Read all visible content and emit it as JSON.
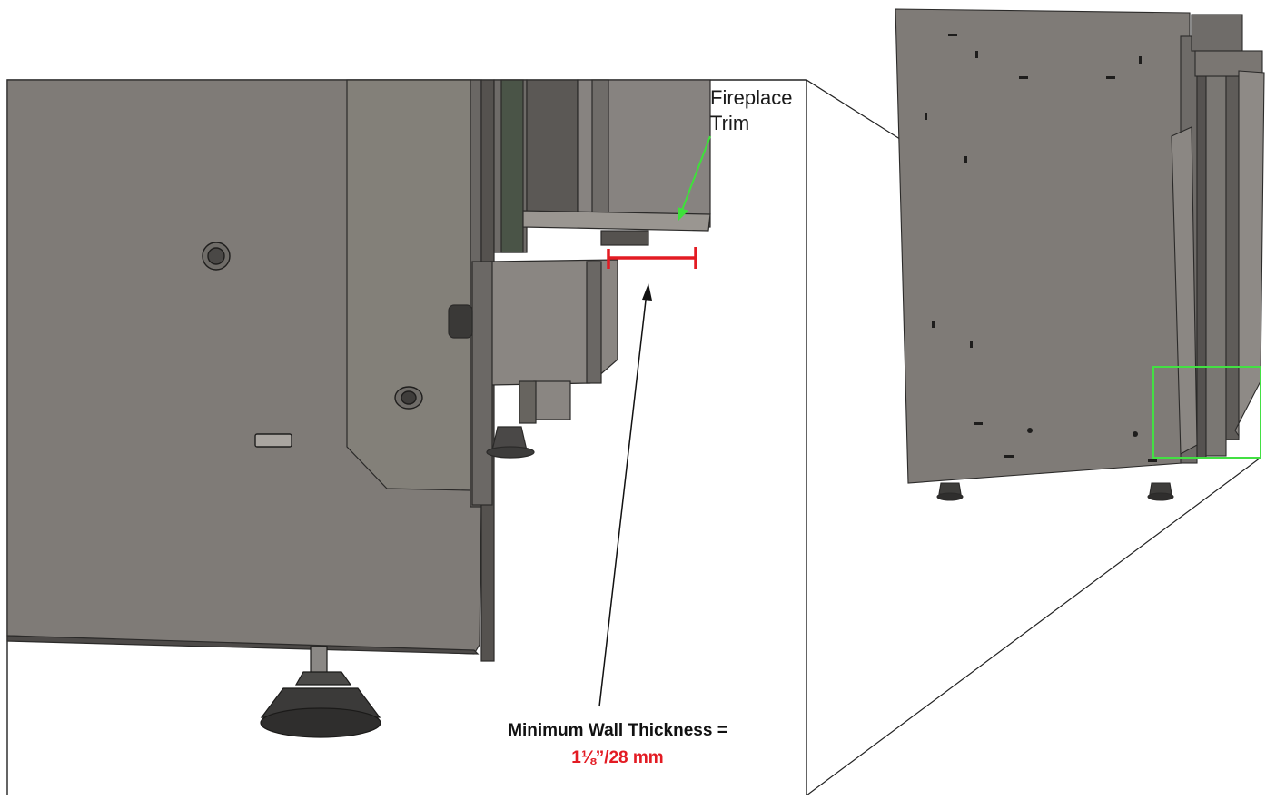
{
  "callouts": {
    "trim_line1": "Fireplace",
    "trim_line2": "Trim",
    "wall_label": "Minimum Wall Thickness =",
    "wall_value": "1⅛”/28 mm"
  },
  "colors": {
    "panel": "#7f7b77",
    "panel_dark": "#5d5a57",
    "panel_light": "#8e8a86",
    "edge": "#2b2a29",
    "dimension": "#e31b23",
    "trim_arrow": "#3ee13a",
    "detail_box": "#43e043"
  }
}
